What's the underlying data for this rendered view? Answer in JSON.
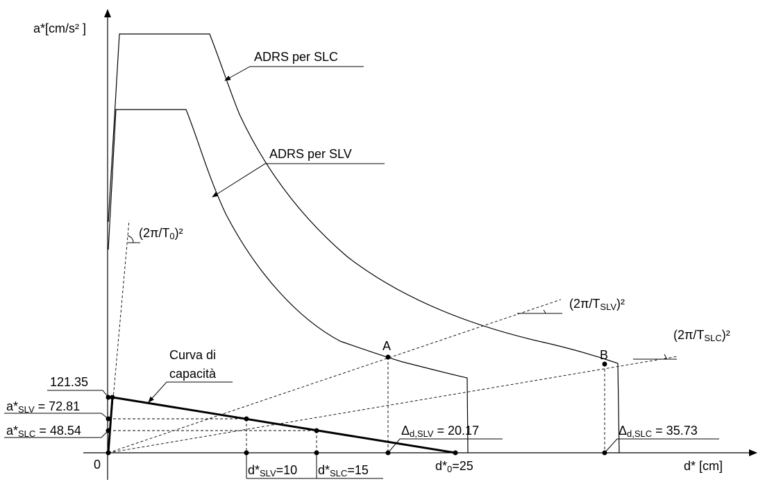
{
  "colors": {
    "ink": "#000000",
    "background": "#ffffff"
  },
  "axes": {
    "y_label": "a*[cm/s² ]",
    "x_label": "d* [cm]",
    "origin_label": "0"
  },
  "curves": {
    "adrs_slc": "ADRS per SLC",
    "adrs_slv": "ADRS per SLV",
    "capacity_line1": "Curva di",
    "capacity_line2": "capacità"
  },
  "slopes": {
    "t0": {
      "pre": "(2π/T",
      "sub": "0",
      "post": ")²"
    },
    "tslv": {
      "pre": "(2π/T",
      "sub": "SLV",
      "post": ")²"
    },
    "tslc": {
      "pre": "(2π/T",
      "sub": "SLC",
      "post": ")²"
    }
  },
  "points": {
    "a": "A",
    "b": "B"
  },
  "y_values": {
    "peak": "121.35",
    "slv": {
      "pre": "a*",
      "sub": "SLV",
      "post": " = 72.81"
    },
    "slc": {
      "pre": "a*",
      "sub": "SLC",
      "post": " = 48.54"
    }
  },
  "x_values": {
    "d_slv": {
      "pre": "d*",
      "sub": "SLV",
      "post": "=10"
    },
    "d_slc": {
      "pre": "d*",
      "sub": "SLC",
      "post": "=15"
    },
    "d0": {
      "pre": "d*",
      "sub": "0",
      "post": "=25"
    }
  },
  "deltas": {
    "slv": {
      "pre": "Δ",
      "sub": "d,SLV",
      "post": " = 20.17"
    },
    "slc": {
      "pre": "Δ",
      "sub": "d,SLC",
      "post": " = 35.73"
    }
  }
}
